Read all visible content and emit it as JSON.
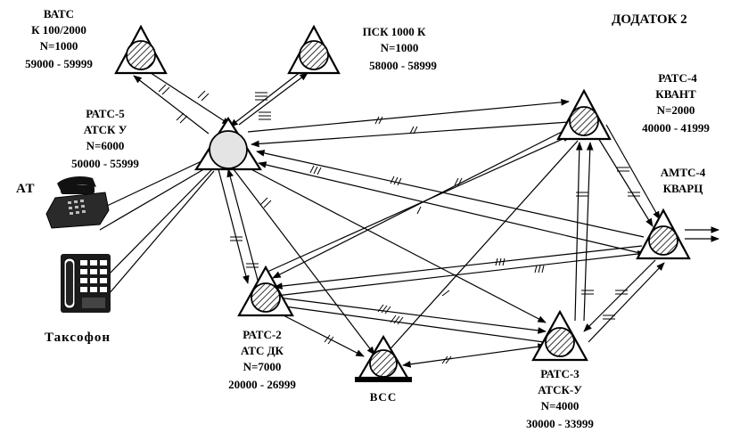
{
  "title": "ДОДАТОК 2",
  "nodes": {
    "vats": {
      "lines": [
        "ВАТС",
        "К 100/2000",
        "N=1000",
        "59000 - 59999"
      ]
    },
    "psk": {
      "lines": [
        "ПСК 1000 К",
        "N=1000",
        "58000 - 58999"
      ]
    },
    "rats5": {
      "lines": [
        "РАТС-5",
        "АТСК У",
        "N=6000",
        "50000 - 55999"
      ]
    },
    "rats4": {
      "lines": [
        "РАТС-4",
        "КВАНТ",
        "N=2000",
        "40000 - 41999"
      ]
    },
    "amts4": {
      "lines": [
        "АМТС-4",
        "КВАРЦ"
      ]
    },
    "rats2": {
      "lines": [
        "РАТС-2",
        "АТС  ДК",
        "N=7000",
        "20000 - 26999"
      ]
    },
    "rats3": {
      "lines": [
        "РАТС-3",
        "АТСК-У",
        "N=4000",
        "30000 - 33999"
      ]
    },
    "vss": {
      "lines": [
        "ВСС"
      ]
    }
  },
  "terminals": {
    "at": "АТ",
    "payphone": "Таксофон"
  },
  "icons": {
    "exchange": "hatched-circle-in-triangle",
    "rats5": "plain-circle-in-triangle",
    "phone": "desk-telephone-icon",
    "payphone": "payphone-icon"
  }
}
